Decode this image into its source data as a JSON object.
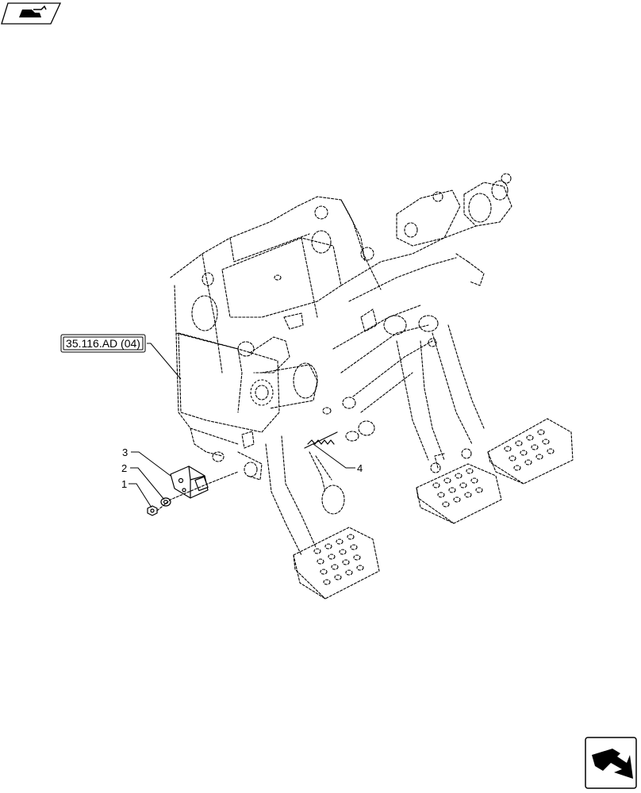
{
  "reference_link": "35.116.AD (04)",
  "callouts": [
    "1",
    "2",
    "3",
    "4"
  ],
  "icons": {
    "top_left": "view-orientation-icon",
    "bottom_right": "previous-page-arrow-icon"
  }
}
